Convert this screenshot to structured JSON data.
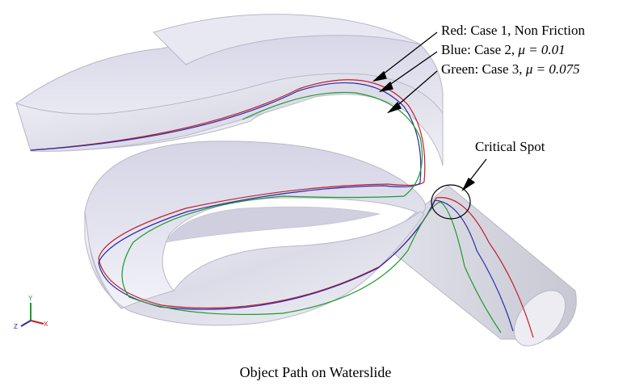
{
  "legend": {
    "red": {
      "label": "Red: Case 1, Non Friction",
      "color": "#c0202a"
    },
    "blue": {
      "prefix": "Blue: Case 2, ",
      "mu_text": "μ = 0.01",
      "color": "#2a2aa8"
    },
    "green": {
      "prefix": "Green: Case 3, ",
      "mu_text": "μ = 0.075",
      "color": "#1f9a2e"
    }
  },
  "callout": {
    "label": "Critical Spot"
  },
  "caption": "Object Path on Waterslide",
  "triad": {
    "y": "Y",
    "z": "Z",
    "x": "X"
  },
  "colors": {
    "slide_fill": "#e6e6f0",
    "slide_edge": "#b8b8c8"
  }
}
